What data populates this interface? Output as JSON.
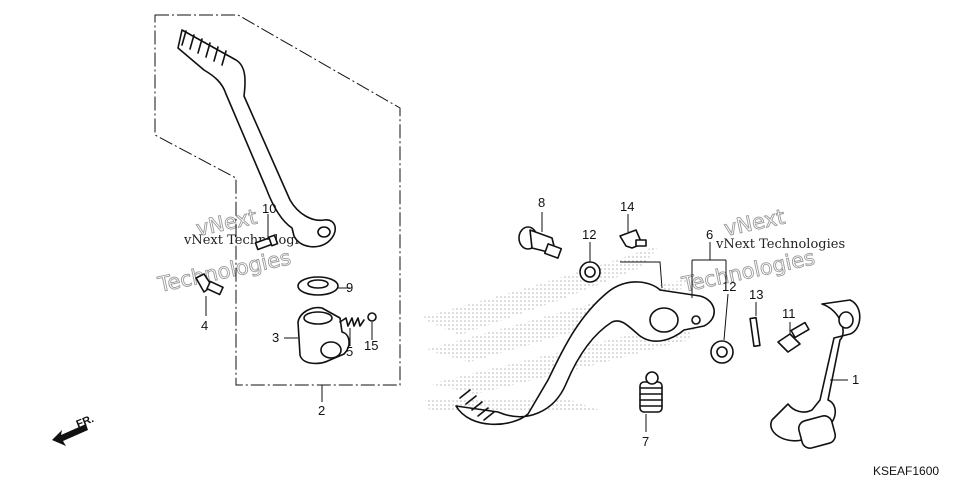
{
  "callouts": {
    "c1": "1",
    "c2": "2",
    "c3": "3",
    "c4": "4",
    "c5": "5",
    "c6": "6",
    "c7": "7",
    "c8": "8",
    "c9": "9",
    "c10": "10",
    "c11": "11",
    "c12a": "12",
    "c12b": "12",
    "c13": "13",
    "c14": "14",
    "c15": "15"
  },
  "direction_label": "FR.",
  "diagram_code": "KSEAF1600",
  "watermarks": {
    "left_top": "vNext",
    "left_mid": "vNext Technologies",
    "left_big": "Technologies",
    "right_top": "vNext",
    "right_mid": "vNext Technologies",
    "right_big": "Technologies"
  },
  "colors": {
    "line": "#111111",
    "watermark_outline": "#9a9a9a",
    "logo_dots": "#b0b0b0"
  }
}
